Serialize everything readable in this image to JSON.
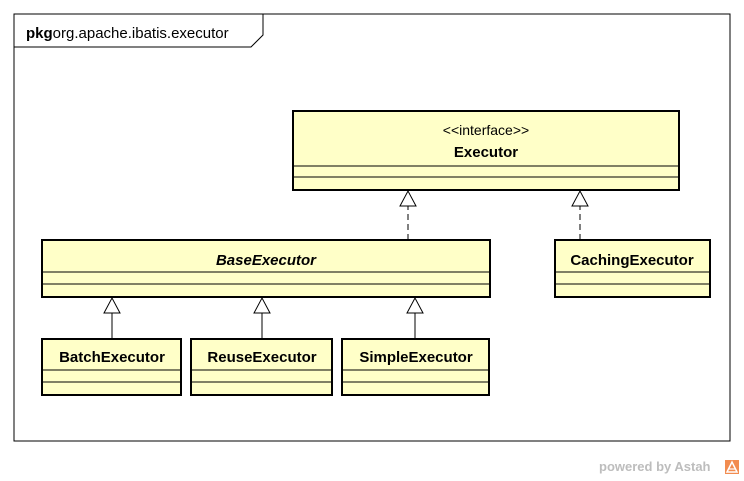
{
  "package": {
    "keyword": "pkg",
    "name": "org.apache.ibatis.executor"
  },
  "classes": {
    "executor": {
      "stereotype": "<<interface>>",
      "name": "Executor"
    },
    "base_executor": {
      "name": "BaseExecutor",
      "abstract": true
    },
    "caching_executor": {
      "name": "CachingExecutor"
    },
    "batch_executor": {
      "name": "BatchExecutor"
    },
    "reuse_executor": {
      "name": "ReuseExecutor"
    },
    "simple_executor": {
      "name": "SimpleExecutor"
    }
  },
  "relationships": [
    {
      "from": "BaseExecutor",
      "to": "Executor",
      "type": "realization"
    },
    {
      "from": "CachingExecutor",
      "to": "Executor",
      "type": "realization"
    },
    {
      "from": "BatchExecutor",
      "to": "BaseExecutor",
      "type": "generalization"
    },
    {
      "from": "ReuseExecutor",
      "to": "BaseExecutor",
      "type": "generalization"
    },
    {
      "from": "SimpleExecutor",
      "to": "BaseExecutor",
      "type": "generalization"
    }
  ],
  "watermark": "powered by Astah",
  "colors": {
    "class_fill": "#ffffc8",
    "outline": "#000000",
    "watermark_text": "#bdbdbd",
    "watermark_logo": "#f28c50"
  }
}
